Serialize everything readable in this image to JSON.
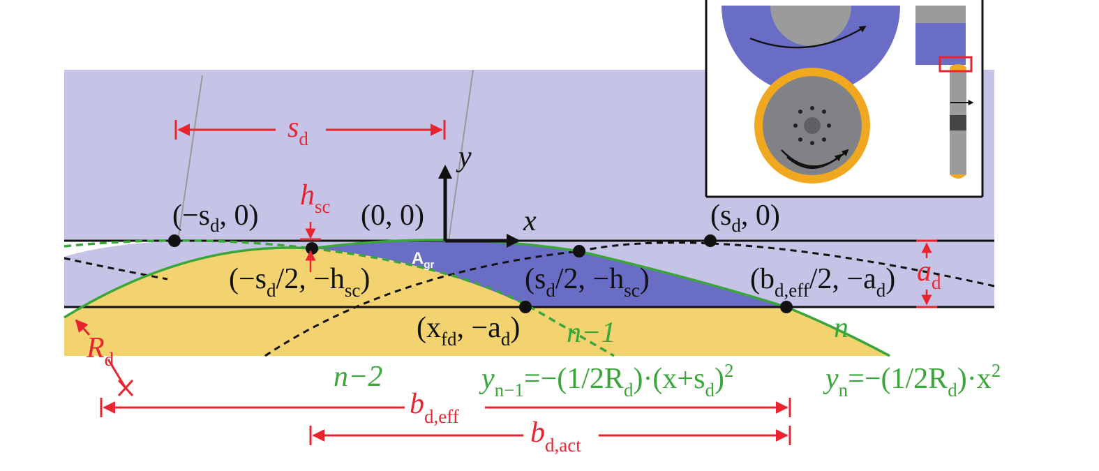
{
  "colors": {
    "background_band": "#c6c4e6",
    "grain_cut": "#6a6dc6",
    "yellow_region": "#f2d370",
    "curve_green": "#3aa63a",
    "dimension_red": "#e8252f",
    "axis_black": "#111111",
    "wheel_orange": "#f0a820",
    "wheel_gray": "#808285"
  },
  "labels": {
    "s_main": "s",
    "s_sub": "d",
    "h_main": "h",
    "h_sub": "sc",
    "y_axis": "y",
    "x_axis": "x",
    "agr_main": "A",
    "agr_sub": "gr",
    "pt_neg_sd_a": "(−s",
    "pt_neg_sd_sub": "d",
    "pt_neg_sd_b": ", 0)",
    "pt_origin": "(0, 0)",
    "pt_sd_a": "(s",
    "pt_sd_sub": "d",
    "pt_sd_b": ", 0)",
    "pt_mid_neg_a": "(−s",
    "pt_mid_neg_sub1": "d",
    "pt_mid_neg_b": "/2, −h",
    "pt_mid_neg_sub2": "sc",
    "pt_mid_neg_c": ")",
    "pt_mid_pos_a": "(s",
    "pt_mid_pos_sub1": "d",
    "pt_mid_pos_b": "/2, −h",
    "pt_mid_pos_sub2": "sc",
    "pt_mid_pos_c": ")",
    "pt_beff_a": "(b",
    "pt_beff_sub1": "d,eff",
    "pt_beff_b": "/2, −a",
    "pt_beff_sub2": "d",
    "pt_beff_c": ")",
    "pt_xfd_a": "(x",
    "pt_xfd_sub1": "fd",
    "pt_xfd_b": ", −a",
    "pt_xfd_sub2": "d",
    "pt_xfd_c": ")",
    "a_main": "a",
    "a_sub": "d",
    "R_main": "R",
    "R_sub": "d",
    "n_minus_1": "n−1",
    "n_label": "n",
    "n_minus_2": "n−2",
    "eq1_y": "y",
    "eq1_ysub": "n−1",
    "eq1_a": "=−(1/2R",
    "eq1_sub": "d",
    "eq1_b": ")·(x+s",
    "eq1_sub2": "d",
    "eq1_c": ")",
    "eq1_sup": "2",
    "eq2_y": "y",
    "eq2_ysub": "n",
    "eq2_a": "=−(1/2R",
    "eq2_sub": "d",
    "eq2_b": ")·x",
    "eq2_sup": "2",
    "b_eff_main": "b",
    "b_eff_sub": "d,eff",
    "b_act_main": "b",
    "b_act_sub": "d,act"
  }
}
